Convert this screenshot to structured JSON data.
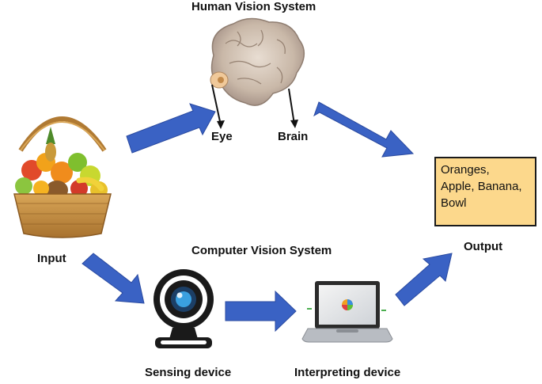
{
  "titles": {
    "human": "Human Vision System",
    "computer": "Computer Vision System"
  },
  "labels": {
    "input": "Input",
    "eye": "Eye",
    "brain": "Brain",
    "output": "Output",
    "sensing": "Sensing device",
    "interpreting": "Interpreting device"
  },
  "output_items": [
    "Oranges,",
    "Apple, Banana,",
    "Bowl"
  ],
  "colors": {
    "arrow": "#3a62c4",
    "arrow_edge": "#2a4aa0",
    "output_box": "#fcd88c",
    "basket": "#c8913f",
    "webcam_ring": "#1a1a1a",
    "webcam_lens": "#3aa0e0"
  },
  "icons": [
    "fruit-basket-icon",
    "brain-icon",
    "webcam-icon",
    "laptop-icon"
  ]
}
